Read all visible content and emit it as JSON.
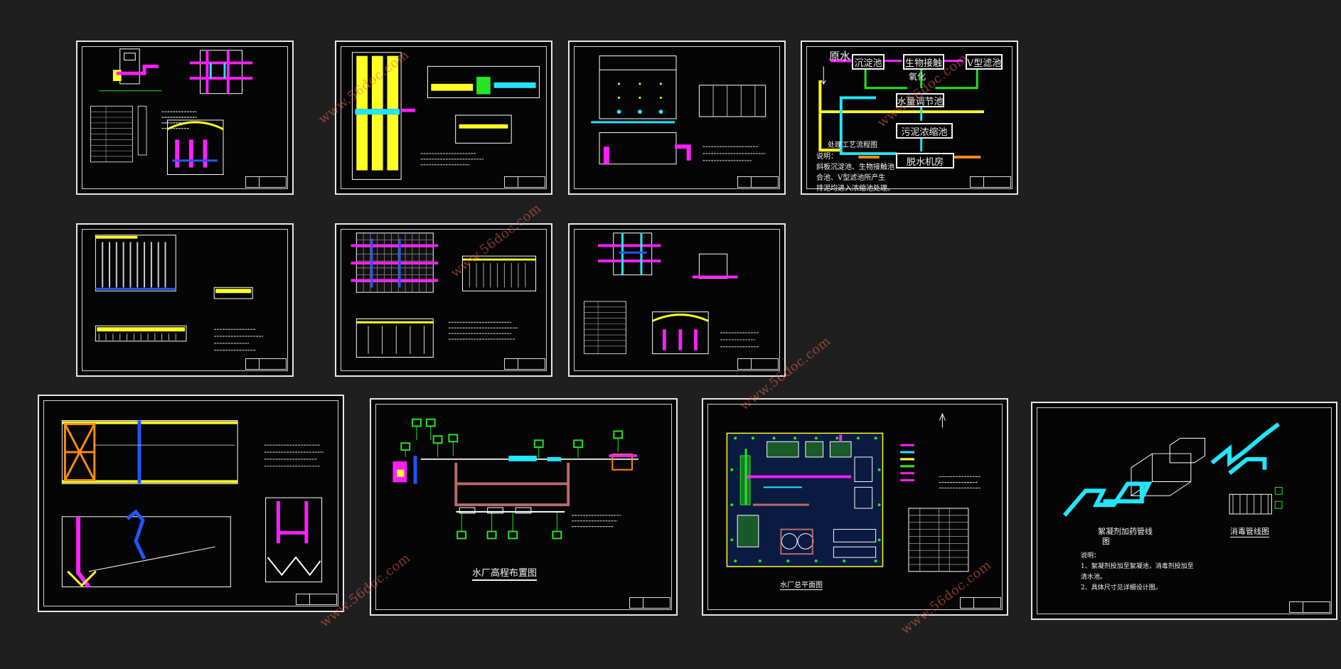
{
  "watermark": "www.56doc.com",
  "flow": {
    "source": "原水",
    "sedimentation": "沉淀池",
    "bio_contact": "生物接触",
    "v_filter": "V型滤池",
    "oxidation": "氧化",
    "balance_tank": "水量调节池",
    "sludge_thickener": "污泥浓缩池",
    "dewatering": "脱水机房",
    "title": "处理工艺流程图",
    "notes": [
      "说明：",
      "斜板沉淀池、生物接触池",
      "合池、V型滤池所产生",
      "排泥均进入浓缩池处理。"
    ]
  },
  "captions": {
    "elevation": "水厂高程布置图",
    "layout": "水厂总平面图",
    "coag_pipe": "絮凝剂加药管线",
    "coag_pipe_2": "图",
    "disinfect_pipe": "消毒管线图",
    "notes": [
      "说明：",
      "1、絮凝剂投加至絮凝池，消毒剂投加至",
      "清水池。",
      "2、具体尺寸见详细设计图。"
    ]
  },
  "colors": {
    "background": "#1f1f1f",
    "sheet": "#050505",
    "frame": "#e6e6e6",
    "magenta": "#ff1fff",
    "cyan": "#22e6ff",
    "yellow": "#ffff22",
    "green": "#22e622",
    "blue": "#2255ff",
    "red": "#ff3030",
    "orange": "#ff8c10",
    "brown": "#b86a6a",
    "watermark": "#e66450"
  }
}
